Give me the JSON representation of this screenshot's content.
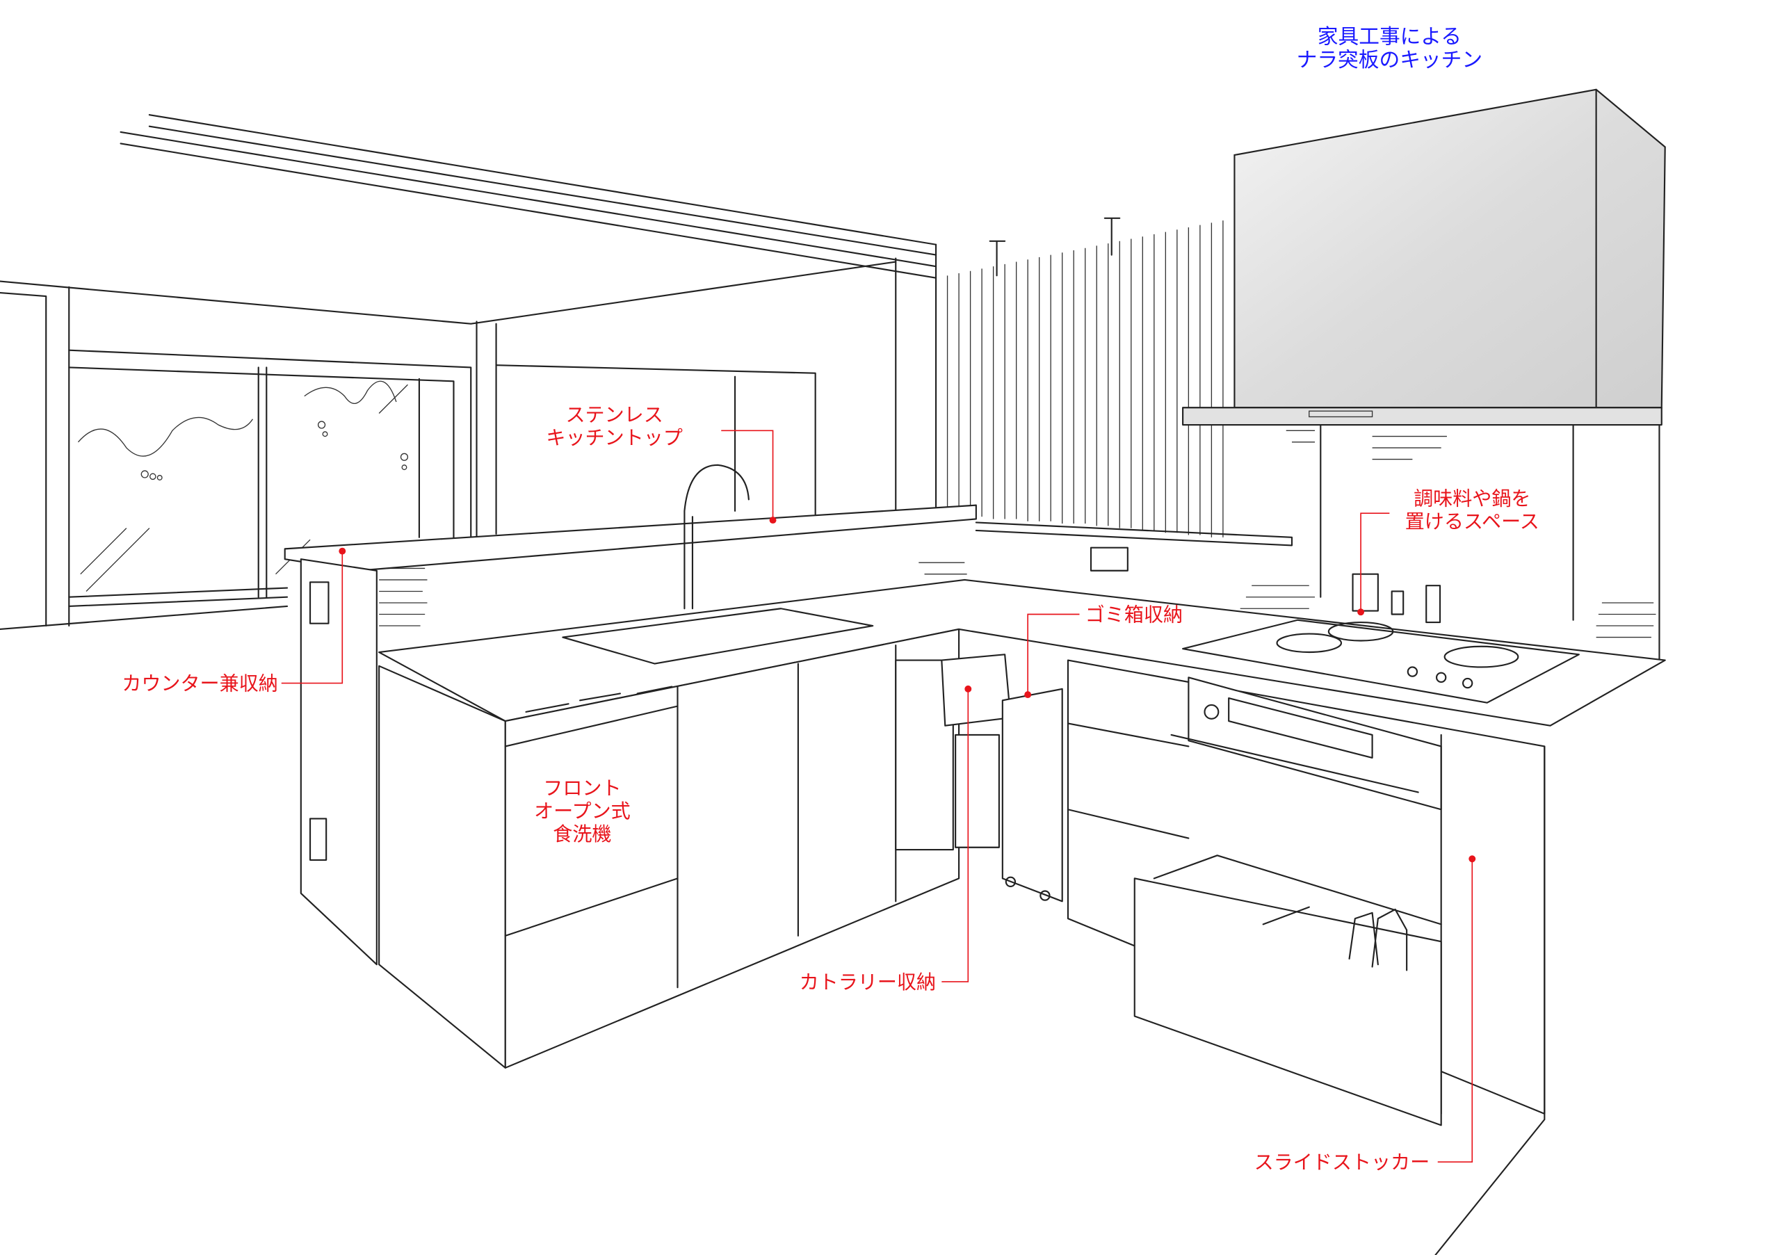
{
  "title": {
    "line1": "家具工事による",
    "line2": "ナラ突板のキッチン",
    "color": "#1a1aff"
  },
  "annotation_color": "#e8141b",
  "annotations": {
    "stainless_top": {
      "line1": "ステンレス",
      "line2": "キッチントップ"
    },
    "counter_storage": {
      "line1": "カウンター兼収納"
    },
    "dishwasher": {
      "line1": "フロント",
      "line2": "オープン式",
      "line3": "食洗機"
    },
    "cutlery": {
      "line1": "カトラリー収納"
    },
    "trash": {
      "line1": "ゴミ箱収納"
    },
    "seasoning": {
      "line1": "調味料や鍋を",
      "line2": "置けるスペース"
    },
    "slide_stocker": {
      "line1": "スライドストッカー"
    }
  }
}
